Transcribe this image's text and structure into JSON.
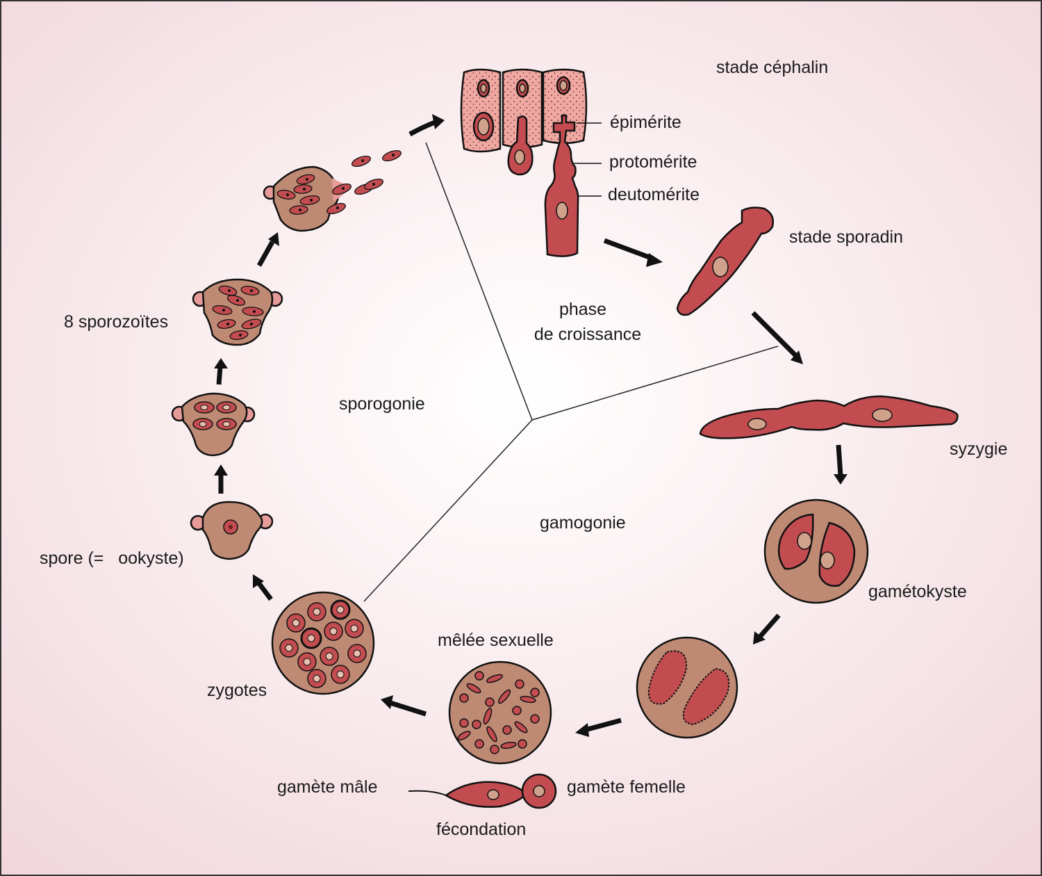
{
  "colors": {
    "background_edge": "#f1d6db",
    "background_center": "#ffffff",
    "cell_red": "#c24c50",
    "cyst_brown": "#bf8a74",
    "tissue_pink": "#f0a8a2",
    "knob_pink": "#e69b98",
    "nucleus_tan": "#d1a28b",
    "outline": "#111111"
  },
  "labels": {
    "stade_cephalin": "stade céphalin",
    "epimerite": "épimérite",
    "protomerite": "protomérite",
    "deutomerite": "deutomérite",
    "stade_sporadin": "stade sporadin",
    "phase_line1": "phase",
    "phase_line2": "de croissance",
    "sporogonie": "sporogonie",
    "gamogonie": "gamogonie",
    "syzygie": "syzygie",
    "gametokyste": "gamétokyste",
    "melee_sexuelle": "mêlée sexuelle",
    "zygotes": "zygotes",
    "gamete_male": "gamète mâle",
    "gamete_femelle": "gamète femelle",
    "fecondation": "fécondation",
    "spore": "spore (=   ookyste)",
    "sporozoites": "8 sporozoïtes"
  }
}
